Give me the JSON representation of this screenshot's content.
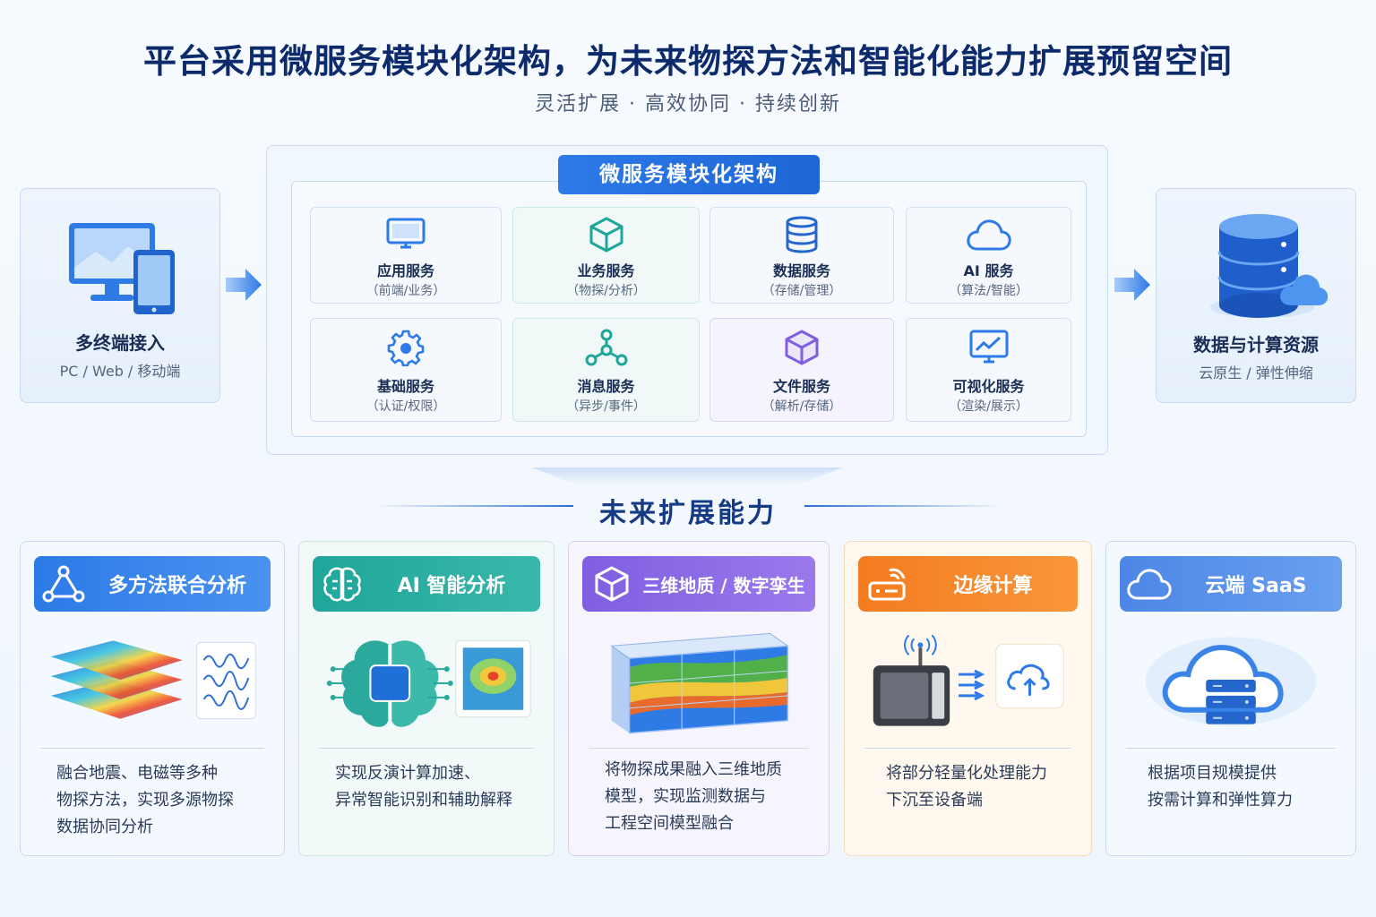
{
  "header": {
    "title": "平台采用微服务模块化架构，为未来物探方法和智能化能力扩展预留空间",
    "subtitle": "灵活扩展 · 高效协同 · 持续创新"
  },
  "left_card": {
    "name": "多终端接入",
    "desc": "PC / Web / 移动端",
    "icon": "monitor-tablet-icon"
  },
  "right_card": {
    "name": "数据与计算资源",
    "desc": "云原生 / 弹性伸缩",
    "icon": "database-cloud-icon"
  },
  "architecture": {
    "title": "微服务模块化架构",
    "services": [
      {
        "name": "应用服务",
        "sub": "（前端/业务）",
        "icon": "monitor-icon"
      },
      {
        "name": "业务服务",
        "sub": "（物探/分析）",
        "icon": "cube-icon"
      },
      {
        "name": "数据服务",
        "sub": "（存储/管理）",
        "icon": "database-icon"
      },
      {
        "name": "AI 服务",
        "sub": "（算法/智能）",
        "icon": "cloud-icon"
      },
      {
        "name": "基础服务",
        "sub": "（认证/权限）",
        "icon": "gear-icon"
      },
      {
        "name": "消息服务",
        "sub": "（异步/事件）",
        "icon": "network-icon"
      },
      {
        "name": "文件服务",
        "sub": "（解析/存储）",
        "icon": "box-icon"
      },
      {
        "name": "可视化服务",
        "sub": "（渲染/展示）",
        "icon": "chart-monitor-icon"
      }
    ]
  },
  "future": {
    "title": "未来扩展能力",
    "cards": [
      {
        "title": "多方法联合分析",
        "text": [
          "融合地震、电磁等多种",
          "物探方法，实现多源物探",
          "数据协同分析"
        ],
        "icon": "graph-nodes-icon"
      },
      {
        "title": "AI 智能分析",
        "text": [
          "实现反演计算加速、",
          "异常智能识别和辅助解释"
        ],
        "icon": "brain-icon"
      },
      {
        "title": "三维地质 / 数字孪生",
        "text": [
          "将物探成果融入三维地质",
          "模型，实现监测数据与",
          "工程空间模型融合"
        ],
        "icon": "cube-icon"
      },
      {
        "title": "边缘计算",
        "text": [
          "将部分轻量化处理能力",
          "下沉至设备端"
        ],
        "icon": "router-icon"
      },
      {
        "title": "云端 SaaS",
        "text": [
          "根据项目规模提供",
          "按需计算和弹性算力"
        ],
        "icon": "cloud-icon"
      }
    ]
  },
  "colors": {
    "primary": "#2d7ae8",
    "green": "#1fa69a",
    "purple": "#7f5fe0",
    "orange": "#f47c1f",
    "title": "#0d2a6b"
  }
}
